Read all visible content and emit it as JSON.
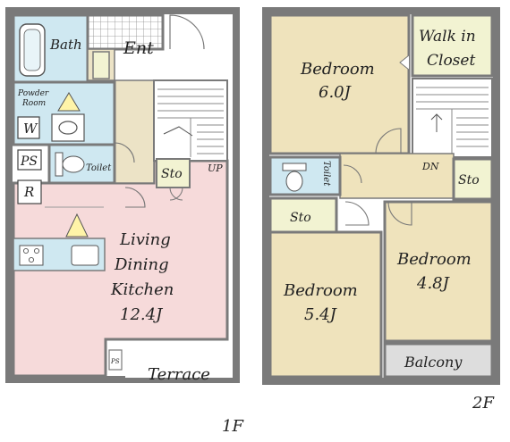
{
  "colors": {
    "wall": "#7a7a7a",
    "ldk": "#f6dada",
    "bedroom": "#efe3bc",
    "wet": "#cfe8f1",
    "entrance": "#ece3c6",
    "storage": "#f2f3d2",
    "balcony": "#dddddd",
    "tile_grid": "#8a8a8a"
  },
  "floor1": {
    "bath": "Bath",
    "ent": "Ent",
    "powder_room_line1": "Powder",
    "powder_room_line2": "Room",
    "washer": "W",
    "ps": "PS",
    "toilet": "Toilet",
    "refrigerator": "R",
    "storage": "Sto",
    "up": "UP",
    "ldk_line1": "Living",
    "ldk_line2": "Dining",
    "ldk_line3": "Kitchen",
    "ldk_size": "12.4J",
    "ps_small": "PS",
    "terrace": "Terrace",
    "floor_label": "1F"
  },
  "floor2": {
    "bedroom_a": "Bedroom",
    "bedroom_a_size": "6.0J",
    "walk_in_line1": "Walk in",
    "walk_in_line2": "Closet",
    "toilet": "Toilet",
    "dn": "DN",
    "storage_right": "Sto",
    "storage_left": "Sto",
    "bedroom_b": "Bedroom",
    "bedroom_b_size": "4.8J",
    "bedroom_c": "Bedroom",
    "bedroom_c_size": "5.4J",
    "balcony": "Balcony",
    "floor_label": "2F"
  }
}
